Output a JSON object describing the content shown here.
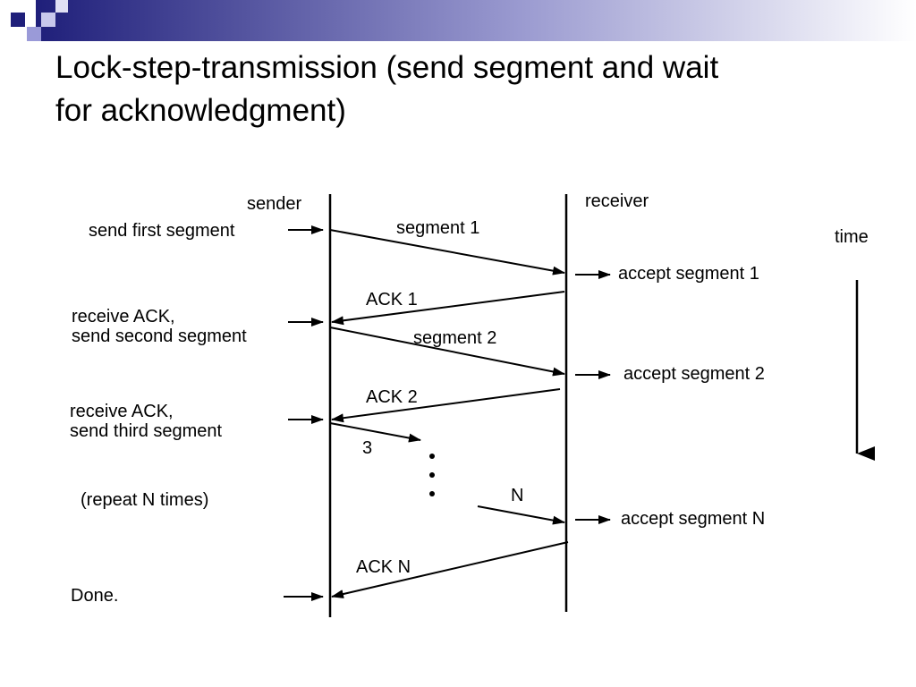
{
  "slide": {
    "title_line1": "Lock-step-transmission (send segment and wait",
    "title_line2": "for acknowledgment)",
    "colors": {
      "band_dark": "#1f1f7a",
      "band_light": "#e8e8f4",
      "square_light": "#9a9ad8",
      "ink": "#000000"
    }
  },
  "diagram": {
    "sender_label": "sender",
    "receiver_label": "receiver",
    "time_label": "time",
    "sender_notes": {
      "send_first": "send first segment",
      "receive_ack_1": "receive ACK,",
      "send_second": "send second segment",
      "receive_ack_2": "receive ACK,",
      "send_third": "send third segment",
      "repeat": "(repeat N times)",
      "done": "Done."
    },
    "receiver_notes": {
      "accept_1": "accept segment 1",
      "accept_2": "accept segment 2",
      "accept_n": "accept segment N"
    },
    "messages": {
      "segment_1": "segment 1",
      "ack_1": "ACK 1",
      "segment_2": "segment 2",
      "ack_2": "ACK 2",
      "segment_3": "3",
      "segment_n": "N",
      "ack_n": "ACK N"
    }
  }
}
